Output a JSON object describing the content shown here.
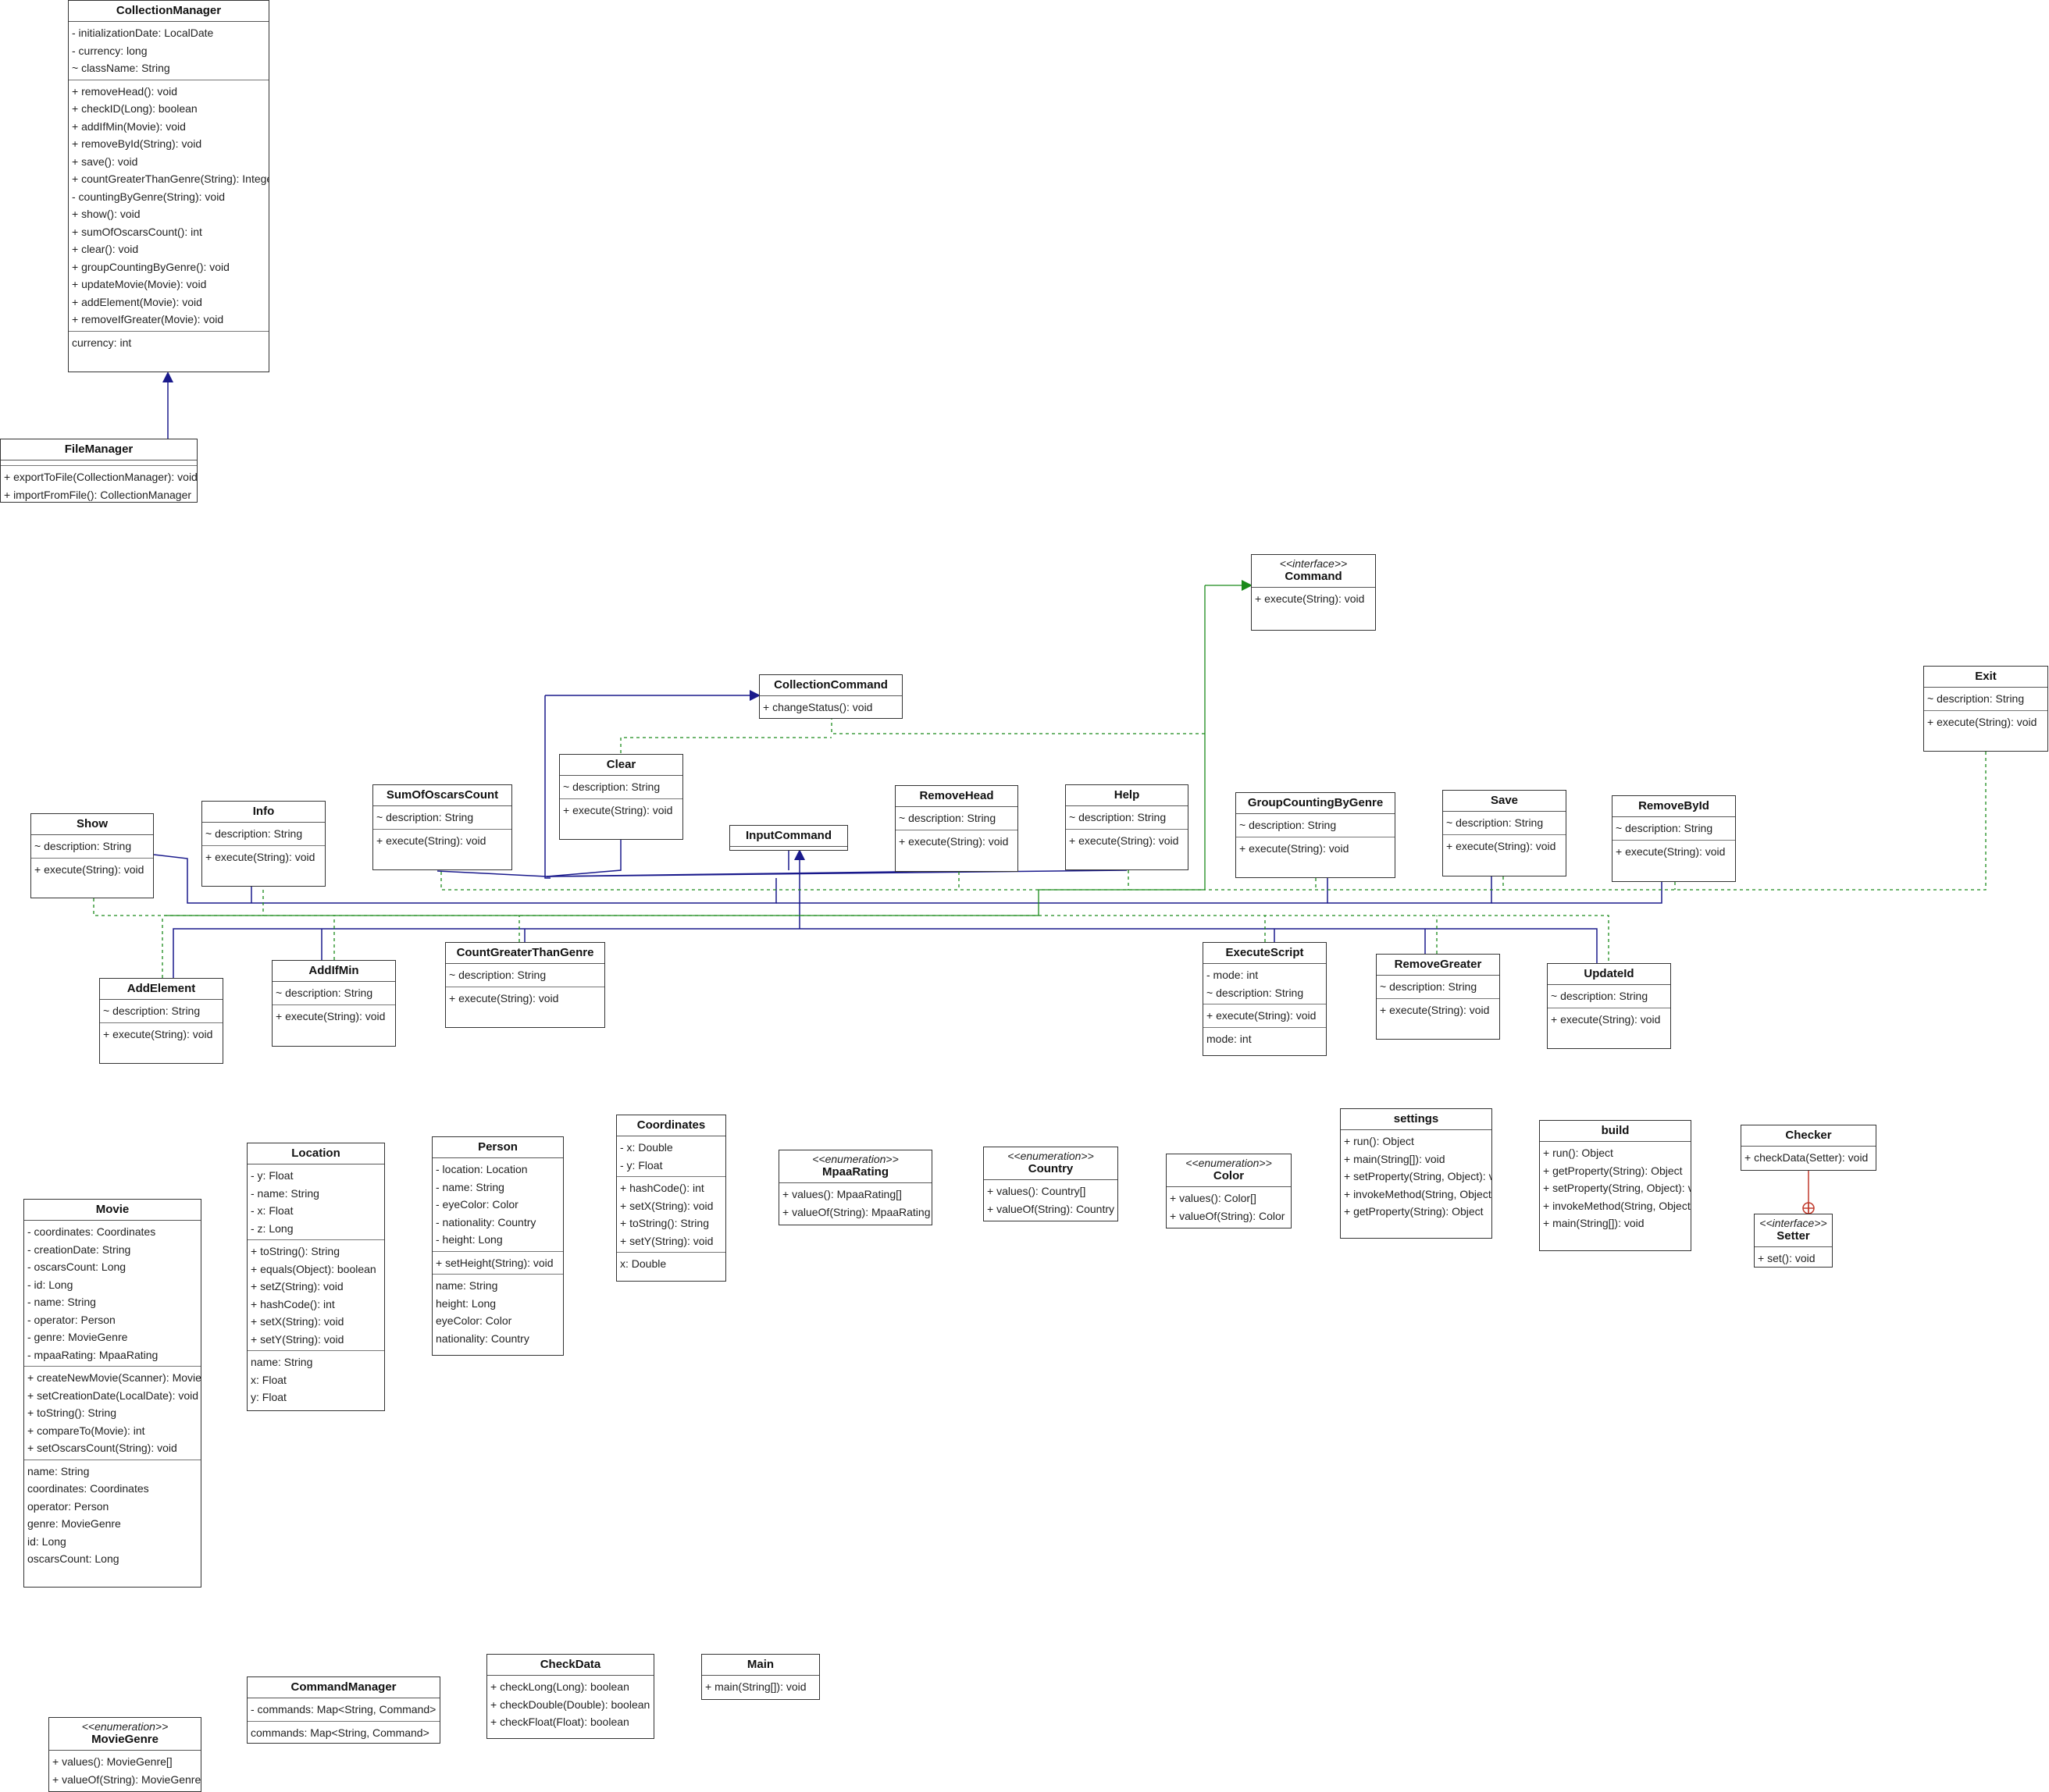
{
  "classes": [
    {
      "id": "CollectionManager",
      "name": "CollectionManager",
      "attrs": [
        "- initializationDate: LocalDate",
        "- currency: long",
        "~ className: String"
      ],
      "methods": [
        "+ removeHead(): void",
        "+ checkID(Long): boolean",
        "+ addIfMin(Movie): void",
        "+ removeById(String): void",
        "+ save(): void",
        "+ countGreaterThanGenre(String): Integer",
        "- countingByGenre(String): void",
        "+ show(): void",
        "+ sumOfOscarsCount(): int",
        "+ clear(): void",
        "+ groupCountingByGenre(): void",
        "+ updateMovie(Movie): void",
        "+ addElement(Movie): void",
        "+ removeIfGreater(Movie): void"
      ],
      "props": [
        "currency: int"
      ]
    },
    {
      "id": "FileManager",
      "name": "FileManager",
      "attrs": [],
      "methods": [
        "+ exportToFile(CollectionManager): void",
        "+ importFromFile(): CollectionManager"
      ]
    },
    {
      "id": "Command",
      "name": "Command",
      "stereotype": "<<interface>>",
      "methods": [
        "+ execute(String): void"
      ]
    },
    {
      "id": "CollectionCommand",
      "name": "CollectionCommand",
      "methods": [
        "+ changeStatus(): void"
      ]
    },
    {
      "id": "Exit",
      "name": "Exit",
      "attrs": [
        "~ description: String"
      ],
      "methods": [
        "+ execute(String): void"
      ]
    },
    {
      "id": "Clear",
      "name": "Clear",
      "attrs": [
        "~ description: String"
      ],
      "methods": [
        "+ execute(String): void"
      ]
    },
    {
      "id": "SumOfOscarsCount",
      "name": "SumOfOscarsCount",
      "attrs": [
        "~ description: String"
      ],
      "methods": [
        "+ execute(String): void"
      ]
    },
    {
      "id": "InputCommand",
      "name": "InputCommand"
    },
    {
      "id": "RemoveHead",
      "name": "RemoveHead",
      "attrs": [
        "~ description: String"
      ],
      "methods": [
        "+ execute(String): void"
      ]
    },
    {
      "id": "Help",
      "name": "Help",
      "attrs": [
        "~ description: String"
      ],
      "methods": [
        "+ execute(String): void"
      ]
    },
    {
      "id": "GroupCountingByGenre",
      "name": "GroupCountingByGenre",
      "attrs": [
        "~ description: String"
      ],
      "methods": [
        "+ execute(String): void"
      ]
    },
    {
      "id": "Save",
      "name": "Save",
      "attrs": [
        "~ description: String"
      ],
      "methods": [
        "+ execute(String): void"
      ]
    },
    {
      "id": "RemoveById",
      "name": "RemoveById",
      "attrs": [
        "~ description: String"
      ],
      "methods": [
        "+ execute(String): void"
      ]
    },
    {
      "id": "Show",
      "name": "Show",
      "attrs": [
        "~ description: String"
      ],
      "methods": [
        "+ execute(String): void"
      ]
    },
    {
      "id": "Info",
      "name": "Info",
      "attrs": [
        "~ description: String"
      ],
      "methods": [
        "+ execute(String): void"
      ]
    },
    {
      "id": "AddElement",
      "name": "AddElement",
      "attrs": [
        "~ description: String"
      ],
      "methods": [
        "+ execute(String): void"
      ]
    },
    {
      "id": "AddIfMin",
      "name": "AddIfMin",
      "attrs": [
        "~ description: String"
      ],
      "methods": [
        "+ execute(String): void"
      ]
    },
    {
      "id": "CountGreaterThanGenre",
      "name": "CountGreaterThanGenre",
      "attrs": [
        "~ description: String"
      ],
      "methods": [
        "+ execute(String): void"
      ]
    },
    {
      "id": "ExecuteScript",
      "name": "ExecuteScript",
      "attrs": [
        "- mode: int",
        "~ description: String"
      ],
      "methods": [
        "+ execute(String): void"
      ],
      "props": [
        "mode: int"
      ]
    },
    {
      "id": "RemoveGreater",
      "name": "RemoveGreater",
      "attrs": [
        "~ description: String"
      ],
      "methods": [
        "+ execute(String): void"
      ]
    },
    {
      "id": "UpdateId",
      "name": "UpdateId",
      "attrs": [
        "~ description: String"
      ],
      "methods": [
        "+ execute(String): void"
      ]
    },
    {
      "id": "Movie",
      "name": "Movie",
      "attrs": [
        "- coordinates: Coordinates",
        "- creationDate: String",
        "- oscarsCount: Long",
        "- id: Long",
        "- name: String",
        "- operator: Person",
        "- genre: MovieGenre",
        "- mpaaRating: MpaaRating"
      ],
      "methods": [
        "+ createNewMovie(Scanner): Movie",
        "+ setCreationDate(LocalDate): void",
        "+ toString(): String",
        "+ compareTo(Movie): int",
        "+ setOscarsCount(String): void"
      ],
      "props": [
        "name: String",
        "coordinates: Coordinates",
        "operator: Person",
        "genre: MovieGenre",
        "id: Long",
        "oscarsCount: Long"
      ]
    },
    {
      "id": "Location",
      "name": "Location",
      "attrs": [
        "- y: Float",
        "- name: String",
        "- x: Float",
        "- z: Long"
      ],
      "methods": [
        "+ toString(): String",
        "+ equals(Object): boolean",
        "+ setZ(String): void",
        "+ hashCode(): int",
        "+ setX(String): void",
        "+ setY(String): void"
      ],
      "props": [
        "name: String",
        "x: Float",
        "y: Float"
      ]
    },
    {
      "id": "Person",
      "name": "Person",
      "attrs": [
        "- location: Location",
        "- name: String",
        "- eyeColor: Color",
        "- nationality: Country",
        "- height: Long"
      ],
      "methods": [
        "+ setHeight(String): void"
      ],
      "props": [
        "name: String",
        "height: Long",
        "eyeColor: Color",
        "nationality: Country"
      ]
    },
    {
      "id": "Coordinates",
      "name": "Coordinates",
      "attrs": [
        "- x: Double",
        "- y: Float"
      ],
      "methods": [
        "+ hashCode(): int",
        "+ setX(String): void",
        "+ toString(): String",
        "+ setY(String): void"
      ],
      "props": [
        "x: Double"
      ]
    },
    {
      "id": "MpaaRating",
      "name": "MpaaRating",
      "stereotype": "<<enumeration>>",
      "methods": [
        "+ values(): MpaaRating[]",
        "+ valueOf(String): MpaaRating"
      ]
    },
    {
      "id": "Country",
      "name": "Country",
      "stereotype": "<<enumeration>>",
      "methods": [
        "+ values(): Country[]",
        "+ valueOf(String): Country"
      ]
    },
    {
      "id": "Color",
      "name": "Color",
      "stereotype": "<<enumeration>>",
      "methods": [
        "+ values(): Color[]",
        "+ valueOf(String): Color"
      ]
    },
    {
      "id": "settings",
      "name": "settings",
      "methods": [
        "+ run(): Object",
        "+ main(String[]): void",
        "+ setProperty(String, Object): void",
        "+ invokeMethod(String, Object): Object",
        "+ getProperty(String): Object"
      ]
    },
    {
      "id": "build",
      "name": "build",
      "methods": [
        "+ run(): Object",
        "+ getProperty(String): Object",
        "+ setProperty(String, Object): void",
        "+ invokeMethod(String, Object): Object",
        "+ main(String[]): void"
      ]
    },
    {
      "id": "Checker",
      "name": "Checker",
      "methods": [
        "+ checkData(Setter): void"
      ]
    },
    {
      "id": "Setter",
      "name": "Setter",
      "stereotype": "<<interface>>",
      "methods": [
        "+ set(): void"
      ]
    },
    {
      "id": "CommandManager",
      "name": "CommandManager",
      "attrs": [
        "- commands: Map<String, Command>"
      ],
      "props": [
        "commands: Map<String, Command>"
      ]
    },
    {
      "id": "CheckData",
      "name": "CheckData",
      "methods": [
        "+ checkLong(Long): boolean",
        "+ checkDouble(Double): boolean",
        "+ checkFloat(Float): boolean"
      ]
    },
    {
      "id": "Main",
      "name": "Main",
      "methods": [
        "+ main(String[]): void"
      ]
    },
    {
      "id": "MovieGenre",
      "name": "MovieGenre",
      "stereotype": "<<enumeration>>",
      "methods": [
        "+ values(): MovieGenre[]",
        "+ valueOf(String): MovieGenre"
      ]
    }
  ],
  "relations": [
    {
      "from": "FileManager",
      "to": "CollectionManager",
      "kind": "inheritance"
    },
    {
      "from": "Clear",
      "to": "CollectionCommand",
      "kind": "inheritance"
    },
    {
      "from": "SumOfOscarsCount",
      "to": "CollectionCommand",
      "kind": "inheritance"
    },
    {
      "from": "RemoveHead",
      "to": "CollectionCommand",
      "kind": "inheritance"
    },
    {
      "from": "Help",
      "to": "CollectionCommand",
      "kind": "inheritance"
    },
    {
      "from": "Show",
      "to": "CollectionCommand",
      "kind": "inheritance"
    },
    {
      "from": "Info",
      "to": "CollectionCommand",
      "kind": "inheritance"
    },
    {
      "from": "GroupCountingByGenre",
      "to": "CollectionCommand",
      "kind": "inheritance"
    },
    {
      "from": "Save",
      "to": "CollectionCommand",
      "kind": "inheritance"
    },
    {
      "from": "RemoveById",
      "to": "CollectionCommand",
      "kind": "inheritance"
    },
    {
      "from": "AddElement",
      "to": "InputCommand",
      "kind": "inheritance"
    },
    {
      "from": "AddIfMin",
      "to": "InputCommand",
      "kind": "inheritance"
    },
    {
      "from": "CountGreaterThanGenre",
      "to": "InputCommand",
      "kind": "inheritance"
    },
    {
      "from": "ExecuteScript",
      "to": "InputCommand",
      "kind": "inheritance"
    },
    {
      "from": "RemoveGreater",
      "to": "InputCommand",
      "kind": "inheritance"
    },
    {
      "from": "UpdateId",
      "to": "InputCommand",
      "kind": "inheritance"
    },
    {
      "from": "CollectionCommand",
      "to": "Command",
      "kind": "realization"
    },
    {
      "from": "Exit",
      "to": "Command",
      "kind": "realization"
    },
    {
      "from": "Setter",
      "to": "Checker",
      "kind": "nested"
    }
  ],
  "colors": {
    "inheritance": "#1a1a8c",
    "realization": "#1a8a1a",
    "nested": "#c0392b",
    "border": "#333333"
  }
}
